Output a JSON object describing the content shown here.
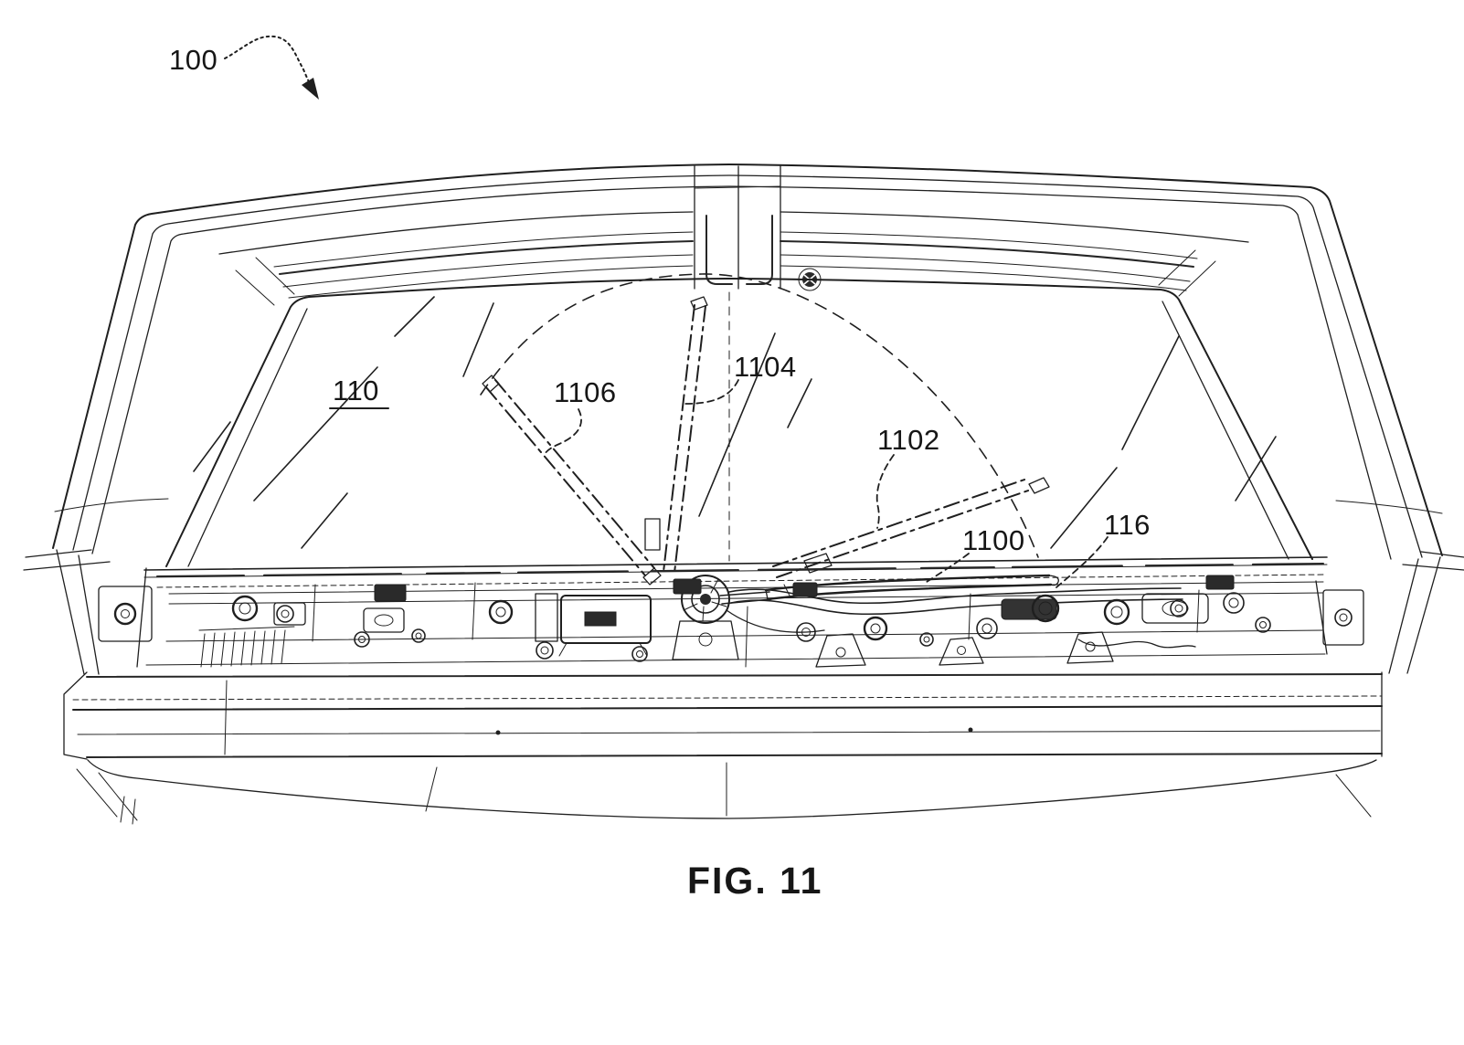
{
  "page": {
    "background": "#ffffff",
    "line_color": "#1f1f1f"
  },
  "figure_caption": "FIG. 11",
  "reference_numerals": {
    "vehicle": "100",
    "windshield": "110",
    "wiper_blade_left_sweep": "1106",
    "wiper_blade_top_sweep": "1104",
    "wiper_blade_right_sweep": "1102",
    "wiper_blade_parked": "1100",
    "wiper_drive_assembly": "116"
  }
}
